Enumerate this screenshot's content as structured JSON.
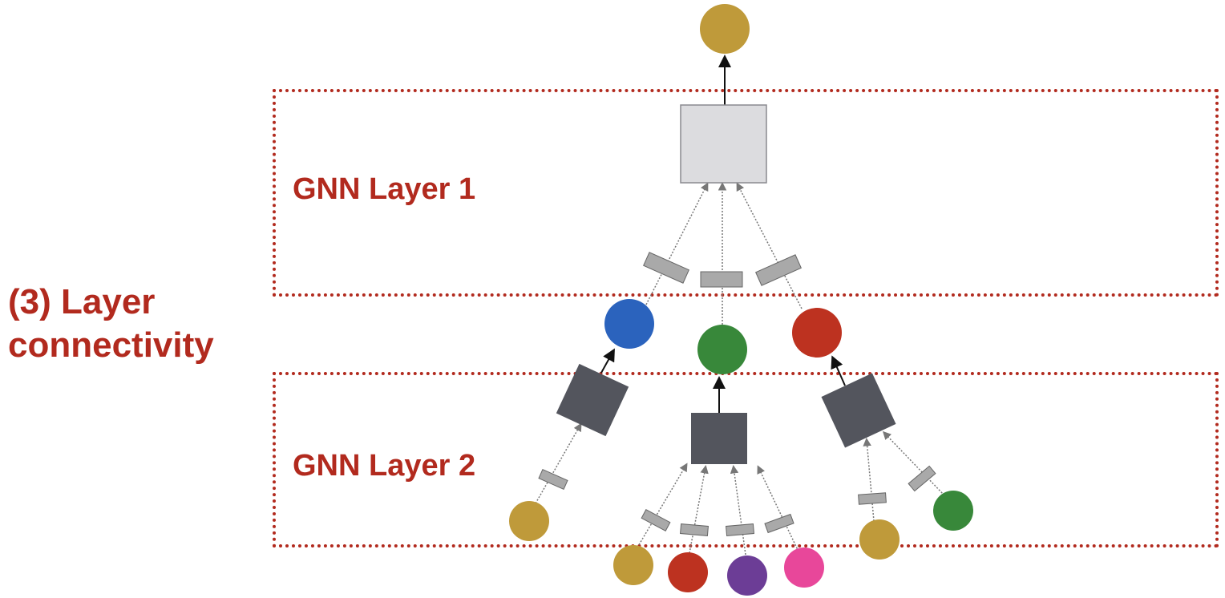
{
  "title": {
    "line1": "(3) Layer",
    "line2": "connectivity"
  },
  "layers": {
    "layer1": "GNN Layer 1",
    "layer2": "GNN Layer 2"
  },
  "colors": {
    "accent": "#b22a1e",
    "gold": "#bf9a3a",
    "blue": "#2b63bd",
    "green": "#38883a",
    "red": "#bd3220",
    "purple": "#6c3d96",
    "pink": "#e8479a",
    "aggregator_light": "#dcdcdf",
    "aggregator_dark": "#53555d",
    "message_box": "#a9a9a9"
  }
}
